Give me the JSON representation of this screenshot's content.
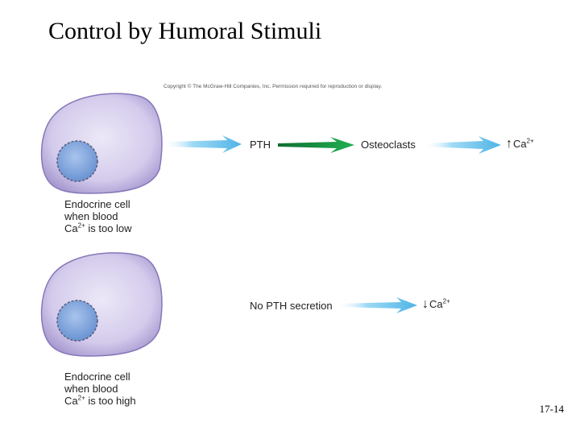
{
  "title": "Control by Humoral Stimuli",
  "copyright": "Copyright © The McGraw-Hill Companies, Inc. Permission required for reproduction or display.",
  "low_calcium": {
    "caption_line1": "Endocrine cell",
    "caption_line2": "when blood",
    "caption_ca": "Ca",
    "caption_charge": "2+",
    "caption_tail": " is too low",
    "hormone": "PTH",
    "target": "Osteoclasts",
    "result_ion": "Ca",
    "result_charge": "2+",
    "result_direction": "up"
  },
  "high_calcium": {
    "caption_line1": "Endocrine cell",
    "caption_line2": "when blood",
    "caption_ca": "Ca",
    "caption_charge": "2+",
    "caption_tail": " is too high",
    "hormone": "No PTH secretion",
    "result_ion": "Ca",
    "result_charge": "2+",
    "result_direction": "down"
  },
  "colors": {
    "cell_fill": "#c8bde6",
    "nucleus_fill": "#7fa6dc",
    "arrow_blue": "#7ecbef",
    "arrow_green": "#1e9f4a"
  },
  "page_number": "17-14"
}
